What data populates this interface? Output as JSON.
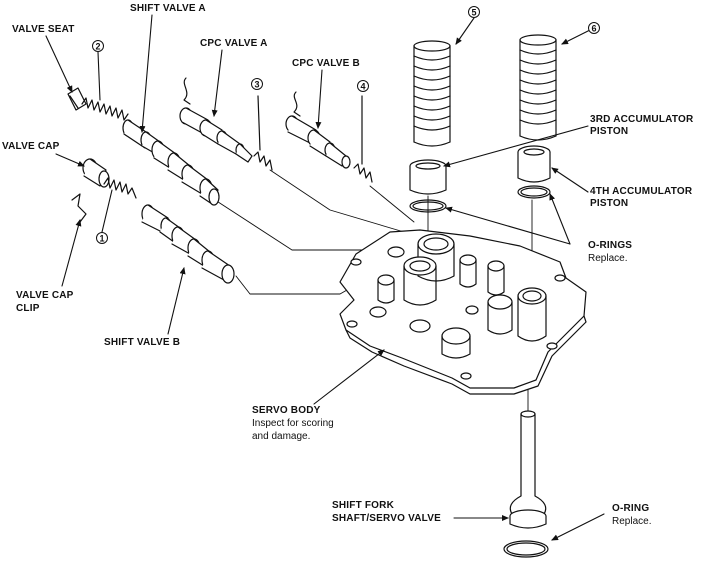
{
  "labels": {
    "valve_seat": "VALVE SEAT",
    "shift_valve_a": "SHIFT VALVE A",
    "cpc_valve_a": "CPC VALVE A",
    "cpc_valve_b": "CPC VALVE B",
    "valve_cap": "VALVE CAP",
    "valve_cap_clip_1": "VALVE CAP",
    "valve_cap_clip_2": "CLIP",
    "shift_valve_b": "SHIFT VALVE B",
    "acc3_line1": "3RD ACCUMULATOR",
    "acc3_line2": "PISTON",
    "acc4_line1": "4TH ACCUMULATOR",
    "acc4_line2": "PISTON",
    "orings": "O-RINGS",
    "orings_note": "Replace.",
    "servo_body": "SERVO BODY",
    "servo_note_1": "Inspect for scoring",
    "servo_note_2": "and damage.",
    "shift_fork_1": "SHIFT FORK",
    "shift_fork_2": "SHAFT/SERVO VALVE",
    "oring": "O-RING",
    "oring_note": "Replace."
  },
  "callouts": [
    "1",
    "2",
    "3",
    "4",
    "5",
    "6"
  ]
}
